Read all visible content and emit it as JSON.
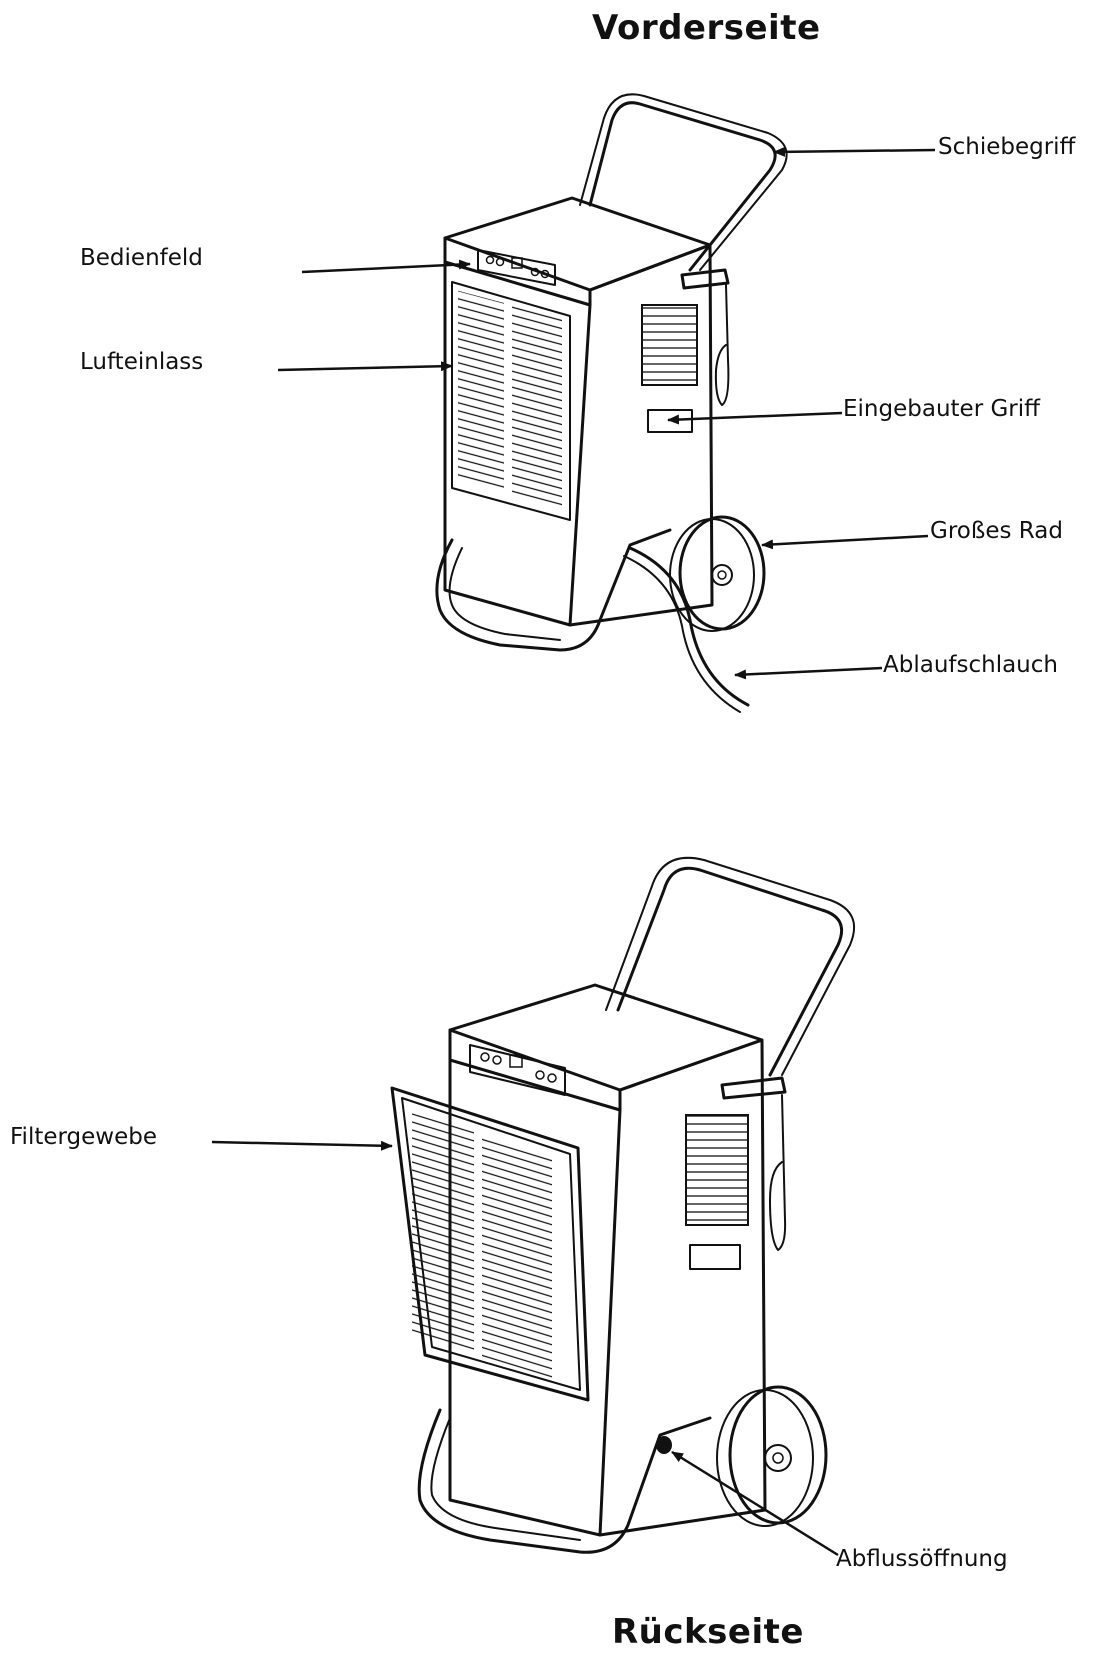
{
  "titles": {
    "front": "Vorderseite",
    "back": "Rückseite"
  },
  "labels": {
    "push_handle": "Schiebegriff",
    "control_panel": "Bedienfeld",
    "air_inlet": "Lufteinlass",
    "built_in_handle": "Eingebauter Griff",
    "large_wheel": "Großes Rad",
    "drain_hose": "Ablaufschlauch",
    "filter_mesh": "Filtergewebe",
    "drain_opening": "Abflussöffnung"
  }
}
